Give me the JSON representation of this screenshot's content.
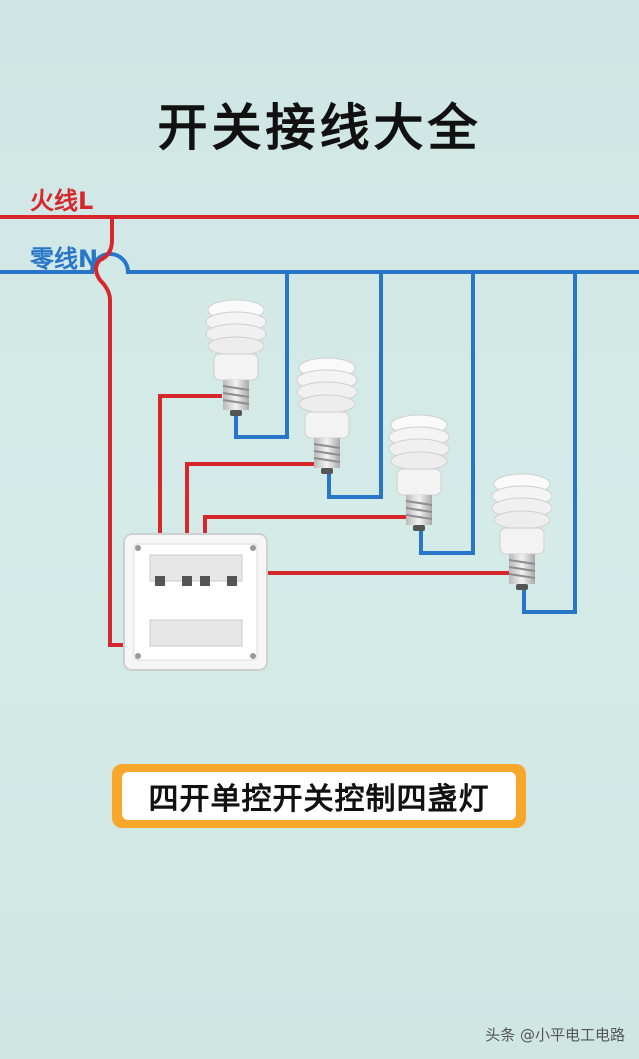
{
  "title": "开关接线大全",
  "wires": {
    "live_label": "火线L",
    "neutral_label": "零线N",
    "live_color": "#d7262c",
    "neutral_color": "#2776c8"
  },
  "caption": "四开单控开关控制四盏灯",
  "caption_frame_color": "#f7a72a",
  "watermark": "头条 @小平电工电路",
  "lamps": [
    "lamp-1",
    "lamp-2",
    "lamp-3",
    "lamp-4"
  ]
}
